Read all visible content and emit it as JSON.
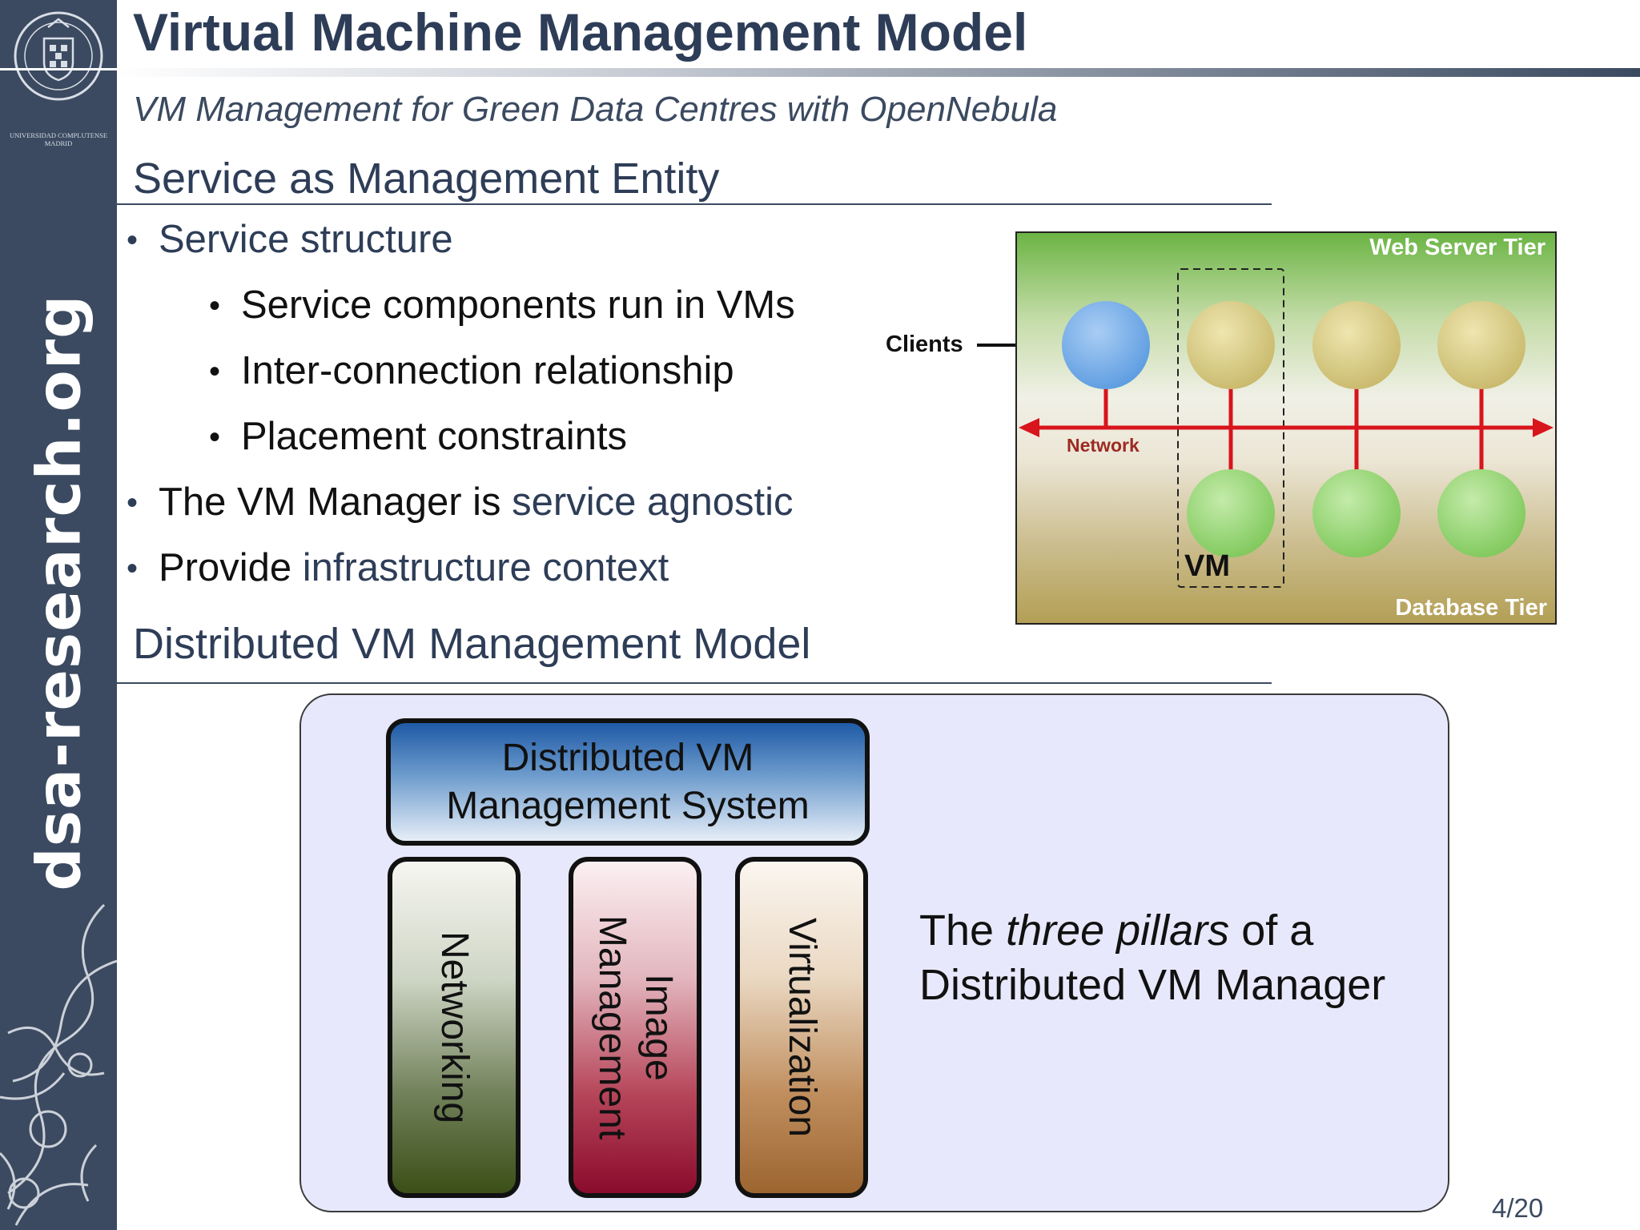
{
  "slide": {
    "title": "Virtual Machine Management Model",
    "subtitle": "VM Management for Green Data Centres with OpenNebula",
    "page_number": "4/20"
  },
  "sidebar": {
    "brand_text": "dsa-research.org",
    "university_name": "UNIVERSIDAD COMPLUTENSE",
    "university_city": "MADRID"
  },
  "sections": {
    "service": {
      "heading": "Service as Management Entity",
      "bullet_structure": "Service structure",
      "sub_bullets": [
        "Service components run in VMs",
        "Inter-connection relationship",
        "Placement constraints"
      ],
      "bullet_agnostic_prefix": "The VM Manager is ",
      "bullet_agnostic_highlight": "service agnostic",
      "bullet_context_prefix": "Provide ",
      "bullet_context_highlight": "infrastructure context"
    },
    "distributed": {
      "heading": "Distributed VM Management Model"
    }
  },
  "service_diagram": {
    "web_tier_label": "Web Server Tier",
    "database_tier_label": "Database Tier",
    "network_label": "Network",
    "vm_label": "VM",
    "clients_label": "Clients",
    "colors": {
      "client_node": "#5b9be0",
      "web_node": "#c8b86a",
      "db_node": "#7ec85a",
      "network_line": "#d8141c"
    }
  },
  "pillars": {
    "system_label_line1": "Distributed VM",
    "system_label_line2": "Management System",
    "networking": "Networking",
    "image_line1": "Image",
    "image_line2": "Management",
    "virtualization": "Virtualization",
    "caption_part1": "The ",
    "caption_emphasis": "three pillars",
    "caption_part2": " of a",
    "caption_line2": "Distributed VM Manager"
  }
}
